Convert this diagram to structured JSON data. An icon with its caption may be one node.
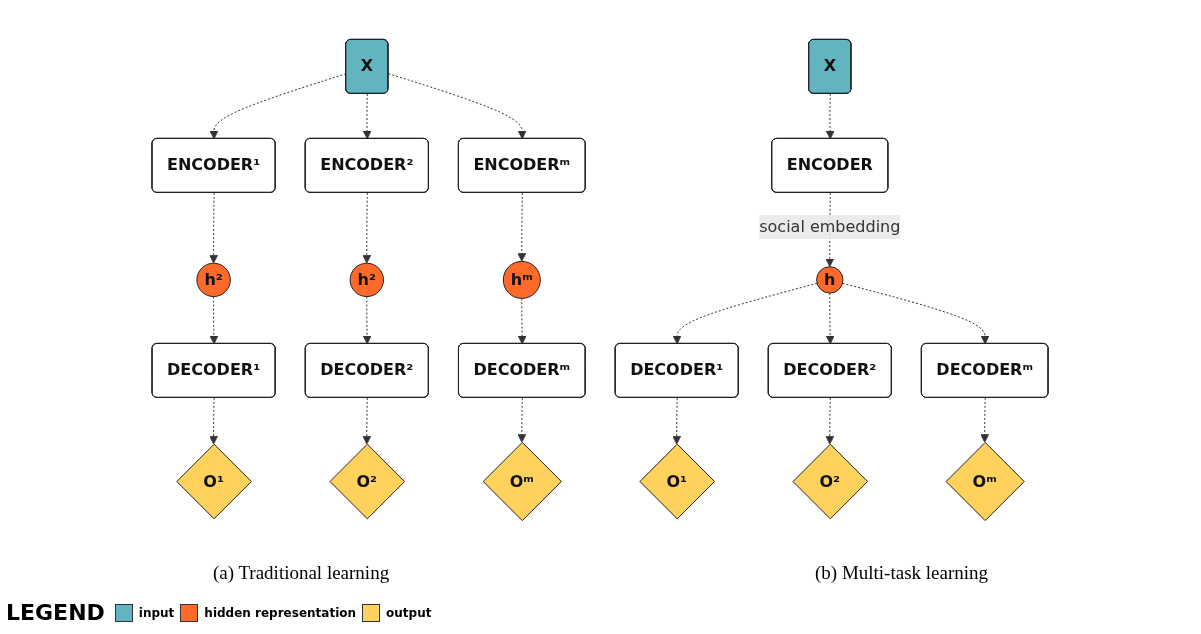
{
  "diagram": {
    "nodes": [
      {
        "text": [
          "X"
        ]
      },
      {
        "text": [
          "ENCODER¹"
        ]
      },
      {
        "text": [
          "ENCODER²"
        ]
      },
      {
        "text": [
          "ENCODERᵐ"
        ]
      },
      {
        "text": [
          "h²"
        ]
      },
      {
        "text": [
          "h²"
        ]
      },
      {
        "text": [
          "hᵐ"
        ]
      },
      {
        "text": [
          "DECODER¹"
        ]
      },
      {
        "text": [
          "DECODER²"
        ]
      },
      {
        "text": [
          "DECODERᵐ"
        ]
      },
      {
        "text": [
          "O¹"
        ]
      },
      {
        "text": [
          "O²"
        ]
      },
      {
        "text": [
          "Oᵐ"
        ]
      },
      {
        "text": [
          "X"
        ]
      },
      {
        "text": [
          "ENCODER"
        ]
      },
      {
        "text": [
          "h"
        ]
      },
      {
        "text": [
          "DECODER¹"
        ]
      },
      {
        "text": [
          "DECODER²"
        ]
      },
      {
        "text": [
          "DECODERᵐ"
        ]
      },
      {
        "text": [
          "O¹"
        ]
      },
      {
        "text": [
          "O²"
        ]
      },
      {
        "text": [
          "Oᵐ"
        ]
      }
    ],
    "edges": [
      {
        "from": 0,
        "to": 1,
        "arrow": "to",
        "style": "dashed"
      },
      {
        "from": 0,
        "to": 2,
        "arrow": "to",
        "style": "dashed"
      },
      {
        "from": 0,
        "to": 3,
        "arrow": "to",
        "style": "dashed"
      },
      {
        "from": 1,
        "to": 4,
        "arrow": "to",
        "style": "dashed"
      },
      {
        "from": 2,
        "to": 5,
        "arrow": "to",
        "style": "dashed"
      },
      {
        "from": 3,
        "to": 6,
        "arrow": "to",
        "style": "dashed"
      },
      {
        "from": 4,
        "to": 7,
        "arrow": "to",
        "style": "dashed"
      },
      {
        "from": 5,
        "to": 8,
        "arrow": "to",
        "style": "dashed"
      },
      {
        "from": 6,
        "to": 9,
        "arrow": "to",
        "style": "dashed"
      },
      {
        "from": 7,
        "to": 10,
        "arrow": "to",
        "style": "dashed"
      },
      {
        "from": 8,
        "to": 11,
        "arrow": "to",
        "style": "dashed"
      },
      {
        "from": 9,
        "to": 12,
        "arrow": "to",
        "style": "dashed"
      },
      {
        "from": 13,
        "to": 14,
        "arrow": "to",
        "style": "dashed"
      },
      {
        "from": 14,
        "to": 15,
        "arrow": "to",
        "style": "dashed",
        "label": "social embedding"
      },
      {
        "from": 15,
        "to": 16,
        "arrow": "to",
        "style": "dashed"
      },
      {
        "from": 15,
        "to": 17,
        "arrow": "to",
        "style": "dashed"
      },
      {
        "from": 15,
        "to": 18,
        "arrow": "to",
        "style": "dashed"
      },
      {
        "from": 16,
        "to": 19,
        "arrow": "to",
        "style": "dashed"
      },
      {
        "from": 17,
        "to": 20,
        "arrow": "to",
        "style": "dashed"
      },
      {
        "from": 18,
        "to": 21,
        "arrow": "to",
        "style": "dashed"
      }
    ],
    "labels": [
      "(a) Traditional learning",
      "(b) Multi-task learning",
      "LEGEND"
    ],
    "legend": [
      {
        "text": "input",
        "color": "#63b4c1"
      },
      {
        "text": "hidden representation",
        "color": "#ff6a2b"
      },
      {
        "text": "output",
        "color": "#ffd25e"
      }
    ]
  }
}
